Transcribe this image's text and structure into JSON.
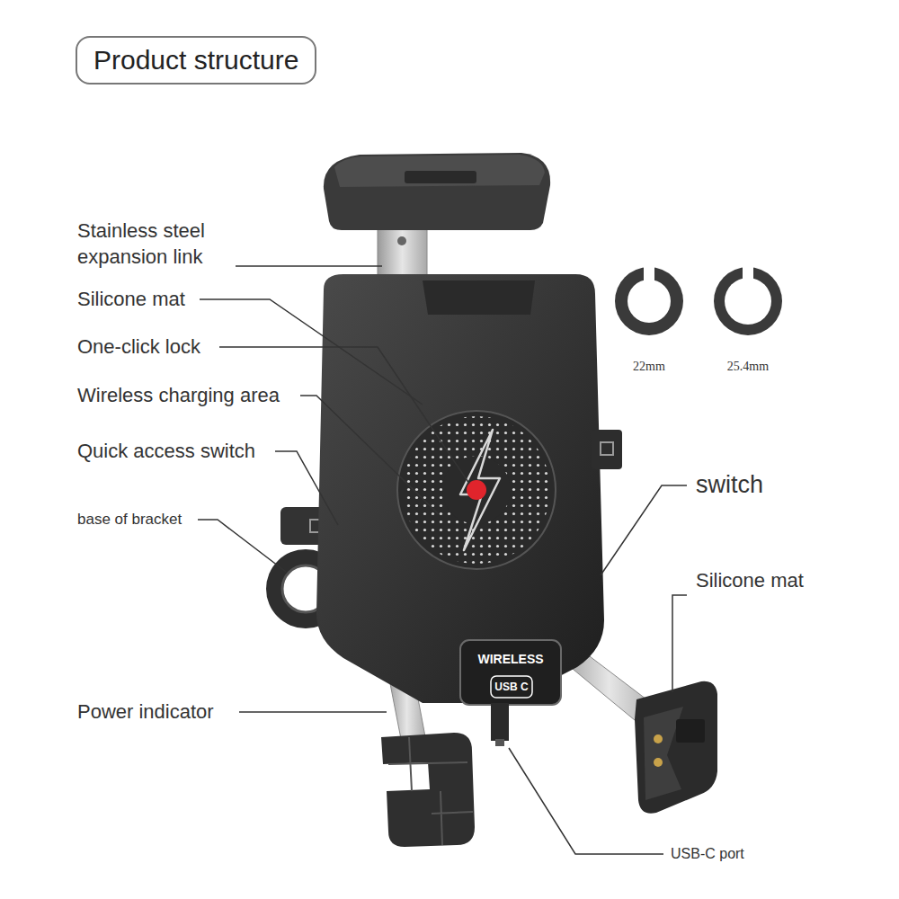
{
  "diagram": {
    "title": "Product structure",
    "labels": [
      "Stainless steel expansion link",
      "Silicone mat",
      "One-click lock",
      "Wireless charging area",
      "Quick access switch",
      "base of bracket",
      "Power indicator",
      "switch",
      "Silicone mat",
      "USB-C port",
      "22mm",
      "25.4mm",
      "WIRELESS",
      "USB C"
    ]
  }
}
